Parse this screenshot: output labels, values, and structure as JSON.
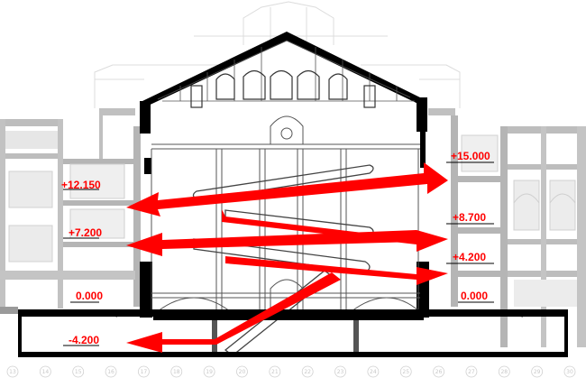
{
  "diagram": {
    "kind": "building cross-section with circulation arrows",
    "colors": {
      "background": "#ffffff",
      "context_buildings": "#b5b5b5",
      "ghost_outline": "#d9d9d9",
      "section_cut": "#000000",
      "interior_lines": "#555555",
      "arrows": "#ff0000",
      "level_text": "#ff0000"
    },
    "levels_left": [
      "+12.150",
      "+7.200",
      "0.000",
      "-4.200"
    ],
    "levels_right": [
      "+15.000",
      "+8.700",
      "+4.200",
      "0.000"
    ],
    "axis_labels": [
      "13",
      "14",
      "15",
      "16",
      "17",
      "18",
      "19",
      "20",
      "21",
      "22",
      "23",
      "24",
      "25",
      "26",
      "27",
      "28",
      "29",
      "30"
    ]
  }
}
